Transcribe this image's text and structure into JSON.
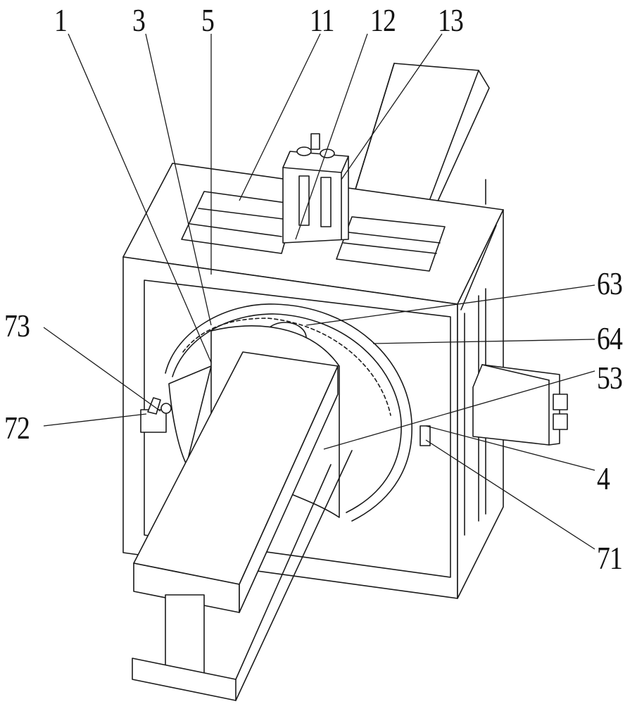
{
  "figure": {
    "type": "patent-isometric-line-drawing",
    "subject": "pipe / I-beam welding or processing machine with rotating ring gear frame",
    "stroke_color": "#1a1a1a",
    "background_color": "#ffffff"
  },
  "labels": [
    {
      "id": "1",
      "text": "1"
    },
    {
      "id": "3",
      "text": "3"
    },
    {
      "id": "5",
      "text": "5"
    },
    {
      "id": "11",
      "text": "11"
    },
    {
      "id": "12",
      "text": "12"
    },
    {
      "id": "13",
      "text": "13"
    },
    {
      "id": "63",
      "text": "63"
    },
    {
      "id": "64",
      "text": "64"
    },
    {
      "id": "53",
      "text": "53"
    },
    {
      "id": "4",
      "text": "4"
    },
    {
      "id": "71",
      "text": "71"
    },
    {
      "id": "73",
      "text": "73"
    },
    {
      "id": "72",
      "text": "72"
    }
  ]
}
